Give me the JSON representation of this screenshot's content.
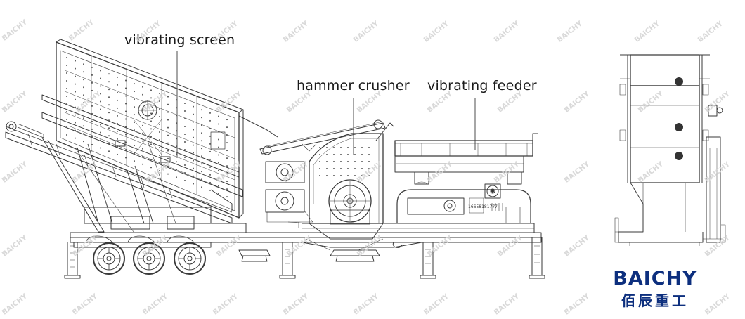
{
  "labels": {
    "vibrating_screen": "vibrating screen",
    "hammer_crusher": "hammer crusher",
    "vibrating_feeder": "vibrating feeder"
  },
  "plates": {
    "crusher_panel": "",
    "crusher_panel_number": "16658181777"
  },
  "brand": {
    "name_en": "BAICHY",
    "name_cn": "佰辰重工",
    "color": "#0d2f7e",
    "watermark": "BAICHY"
  }
}
